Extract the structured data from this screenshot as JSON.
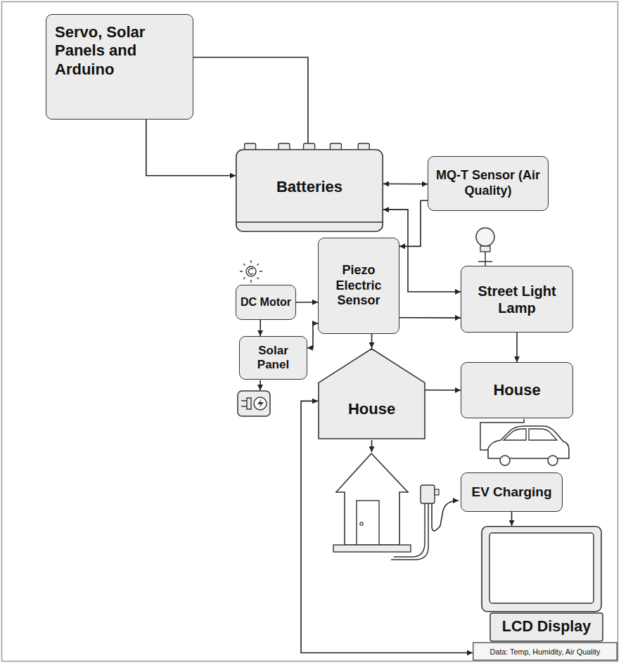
{
  "diagram": {
    "nodes": [
      {
        "text": [
          "Servo, Solar Panels and Arduino"
        ]
      },
      {
        "text": [
          "Batteries"
        ]
      },
      {
        "text": [
          "MQ-T Sensor (Air Quality)"
        ]
      },
      {
        "text": [
          "DC Motor"
        ]
      },
      {
        "text": [
          "Piezo Electric Sensor"
        ]
      },
      {
        "text": [
          "Street Light Lamp"
        ]
      },
      {
        "text": [
          "Solar Panel"
        ]
      },
      {
        "text": [
          "House"
        ]
      },
      {
        "text": [
          "House"
        ]
      },
      {
        "text": [
          "EV Charging"
        ]
      },
      {
        "text": [
          "LCD Display",
          "Data: Temp, Humidity, Air Quality"
        ]
      }
    ],
    "edges": [
      {
        "from": 0,
        "to": 1,
        "arrow": "to"
      },
      {
        "from": 0,
        "to": 1,
        "arrow": "to"
      },
      {
        "from": 1,
        "to": 2,
        "arrow": "both"
      },
      {
        "from": 2,
        "to": 4,
        "arrow": "to"
      },
      {
        "from": 1,
        "to": 5,
        "arrow": "both"
      },
      {
        "from": 3,
        "to": 4,
        "arrow": "to"
      },
      {
        "from": 3,
        "to": 6,
        "arrow": "to"
      },
      {
        "from": 6,
        "to": 4,
        "arrow": "both"
      },
      {
        "from": 4,
        "to": 5,
        "arrow": "to"
      },
      {
        "from": 4,
        "to": 7,
        "arrow": "to"
      },
      {
        "from": 5,
        "to": 8,
        "arrow": "to"
      },
      {
        "from": 7,
        "to": 8,
        "arrow": "to"
      },
      {
        "from": 9,
        "to": 10,
        "arrow": "to"
      },
      {
        "from": 7,
        "to": 10,
        "arrow": "both"
      }
    ]
  }
}
